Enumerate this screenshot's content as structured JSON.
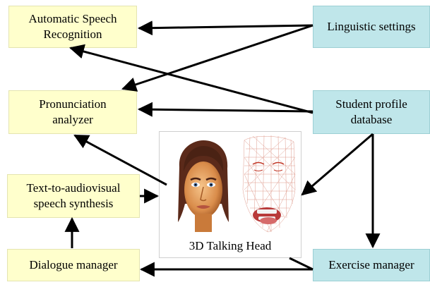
{
  "nodes": {
    "asr": "Automatic Speech\nRecognition",
    "pronunciation": "Pronunciation\nanalyzer",
    "tts": "Text-to-audiovisual\nspeech synthesis",
    "dialogue": "Dialogue manager",
    "linguistic": "Linguistic settings",
    "student": "Student profile\ndatabase",
    "exercise": "Exercise manager"
  },
  "center": {
    "caption": "3D Talking Head",
    "face_icon": "rendered-face-icon",
    "wireframe_icon": "wireframe-face-icon"
  },
  "edges": [
    {
      "from": "linguistic",
      "to": "asr"
    },
    {
      "from": "linguistic",
      "to": "pronunciation"
    },
    {
      "from": "student",
      "to": "asr"
    },
    {
      "from": "student",
      "to": "pronunciation"
    },
    {
      "from": "student",
      "to": "talking-head"
    },
    {
      "from": "student",
      "to": "exercise"
    },
    {
      "from": "talking-head",
      "to": "pronunciation"
    },
    {
      "from": "tts",
      "to": "talking-head"
    },
    {
      "from": "dialogue",
      "to": "tts"
    },
    {
      "from": "exercise",
      "to": "dialogue"
    }
  ],
  "colors": {
    "component_fill": "#ffffcc",
    "data_fill": "#bfe6ea",
    "arrow": "#000000"
  }
}
